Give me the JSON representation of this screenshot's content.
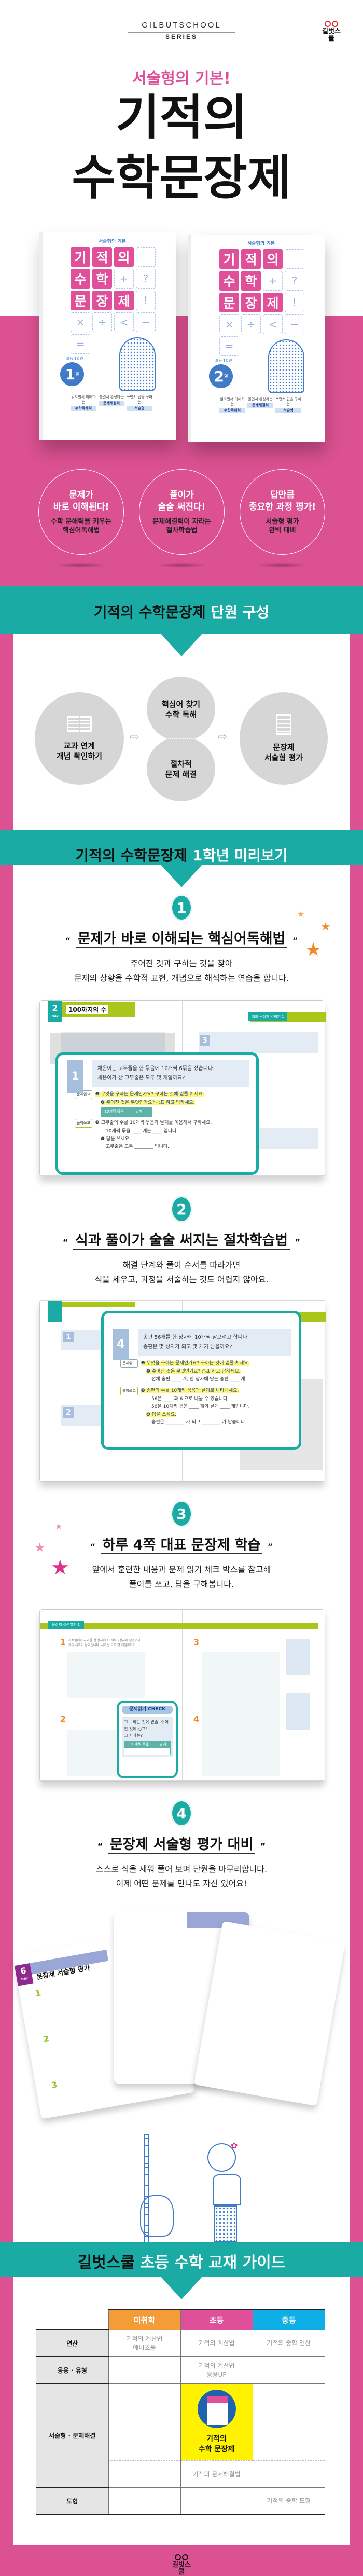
{
  "brand": {
    "series_top": "GILBUTSCHOOL",
    "series_bottom": "SERIES",
    "logo_text": "길벗스쿨"
  },
  "hero": {
    "tagline": "서술형의 기본!",
    "title_line1": "기적의",
    "title_line2": "수학문장제"
  },
  "books": [
    {
      "volume": "1",
      "volume_suffix": "권",
      "grade": "초등 1학년",
      "cover_top": "서술형의 기본",
      "title_chars": [
        "기",
        "적",
        "의",
        "수",
        "학",
        "문",
        "장",
        "제"
      ],
      "symbols": [
        "+",
        "?",
        "!",
        "−",
        "×",
        "÷",
        "<",
        "="
      ],
      "labels": [
        {
          "pre": "읽으면서 이해하는",
          "tag": "수학독해력"
        },
        {
          "pre": "풀면서 완성하는",
          "tag": "문제해결력"
        },
        {
          "pre": "쓰면서 답을 구하는",
          "tag": "서술형"
        }
      ]
    },
    {
      "volume": "2",
      "volume_suffix": "권",
      "grade": "초등 1학년",
      "cover_top": "서술형의 기본",
      "title_chars": [
        "기",
        "적",
        "의",
        "수",
        "학",
        "문",
        "장",
        "제"
      ],
      "symbols": [
        "+",
        "?",
        "!",
        "−",
        "×",
        "÷",
        "<",
        "="
      ],
      "labels": [
        {
          "pre": "읽으면서 이해하는",
          "tag": "수학독해력"
        },
        {
          "pre": "풀면서 완성하는",
          "tag": "문제해결력"
        },
        {
          "pre": "쓰면서 답을 구하는",
          "tag": "서술형"
        }
      ]
    }
  ],
  "features": [
    {
      "headline1": "문제가",
      "headline2": "바로 이해된다!",
      "sub1": "수학 문해력을 키우는",
      "sub2": "핵심어독해법"
    },
    {
      "headline1": "풀이가",
      "headline2": "술술 써진다!",
      "sub1": "문제해결력이 자라는",
      "sub2": "절차학습법"
    },
    {
      "headline1": "답만큼",
      "headline2": "중요한 과정 평가!",
      "sub1": "서술형 평가",
      "sub2": "완벽 대비"
    }
  ],
  "structure": {
    "header_dark": "기적의 수학문장제",
    "header_light": "단원 구성",
    "step1_line1": "교과 연계",
    "step1_line2": "개념 확인하기",
    "step2a_line1": "핵심어 찾기",
    "step2a_line2": "수학 독해",
    "step2b_line1": "절차적",
    "step2b_line2": "문제 해결",
    "step3_line1": "문장제",
    "step3_line2": "서술형 평가",
    "arrow": "⇨"
  },
  "preview": {
    "header_dark": "기적의 수학문장제",
    "header_light": "1학년 미리보기",
    "sections": [
      {
        "number": "1",
        "open_quote": "“",
        "close_quote": "”",
        "title": "문제가 바로 이해되는 핵심어독해법",
        "desc1": "주어진 것과 구하는 것을 찾아",
        "desc2": "문제의 상황을 수학적 표현, 개념으로 해석하는 연습을 합니다."
      },
      {
        "number": "2",
        "open_quote": "“",
        "close_quote": "”",
        "title": "식과 풀이가 술술 써지는 절차학습법",
        "desc1": "해결 단계와 풀이 순서를 따라가면",
        "desc2": "식을 세우고, 과정을 서술하는 것도 어렵지 않아요."
      },
      {
        "number": "3",
        "open_quote": "“",
        "close_quote": "”",
        "title": "하루 4쪽 대표 문장제 학습",
        "desc1": "앞에서 훈련한 내용과 문제 읽기 체크 박스를 참고해",
        "desc2": "풀이를 쓰고, 답을 구해봅니다."
      },
      {
        "number": "4",
        "open_quote": "“",
        "close_quote": "”",
        "title": "문장제 서술형 평가 대비",
        "desc1": "스스로 식을 세워 풀어 보며 단원을 마무리합니다.",
        "desc2": "이제 어떤 문제를 만나도 자신 있어요!"
      }
    ],
    "spread1": {
      "day_num": "2",
      "day_label": "DAY",
      "unit_title": "100까지의 수",
      "right_band": "대표 문장제 익히기 1",
      "q_number": "1",
      "q_line1": "채은이는 고무줄을 한 묶음에 10개씩 6묶음 샀습니다.",
      "q_line2": "채은이가 산 고무줄은 모두 몇 개일까요?",
      "read_tag": "문제읽고",
      "step1": "❶ 무엇을 구하는 문제인가요? 구하는 것에 밑줄 치세요.",
      "step2": "❷ 주어진 것은 무엇인가요? ○표 하고 답하세요.",
      "col1": "10개씩 묶음",
      "col2": "낱개",
      "write_tag": "풀이쓰고",
      "step3": "❸ 고무줄의 수를 10개씩 묶음과 낱개를 이용해서 구하세요.",
      "fill3": "10개씩 묶음 ____ 개는 ____ 입니다.",
      "step4": "❹ 답을 쓰세요.",
      "fill4": "고무줄은 모두 ________ 입니다.",
      "right_q": "3"
    },
    "spread2": {
      "q_number": "4",
      "q_line1": "송편 56개를 한 상자에 10개씩 담으려고 합니다.",
      "q_line2": "송편은 몇 상자가 되고 몇 개가 남을까요?",
      "read_tag": "문제읽고",
      "step1": "❶ 무엇을 구하는 문제인가요? 구하는 것에 밑줄 치세요.",
      "step2": "❷ 주어진 것은 무엇인가요? ○표 하고 답하세요.",
      "fill2": "전체 송편 ____ 개, 한 상자에 담는 송편 ____ 개",
      "write_tag": "풀이쓰고",
      "step3": "❸ 송편의 수를 10개씩 묶음과 낱개로 나타내세요.",
      "fill3a": "56은 ____ 과 6 으로 나눌 수 있습니다.",
      "fill3b": "56은 10개씩 묶음 ____ 개와 낱개 ____ 개입니다.",
      "step4": "❹ 답을 쓰세요.",
      "fill4": "송편은 ________ 가 되고 ________ 가 남습니다.",
      "left_q1": "1",
      "left_q2": "2"
    },
    "spread3": {
      "band": "문장제 실력쌓기 1",
      "q1_number": "1",
      "q1_text": "과수원에서 사과를 한 상자에 10개씩 9상자에 담았더니 5개의 사과가 남았습니다. 사과는 모두 몇 개일까요?",
      "q2_number": "2",
      "q3_number": "3",
      "q4_number": "4",
      "check_title": "문제읽기 CHECK",
      "check1": "구하는 것에 밑줄, 주어진 것에 ○표!",
      "check2": "사과는?",
      "col1": "10개씩 묶음",
      "col2": "낱개"
    },
    "cards": {
      "day_num": "6",
      "day_label": "DAY",
      "title": "문장제 서술형 평가",
      "q_numbers": [
        "1",
        "2",
        "3"
      ]
    }
  },
  "guide": {
    "header_dark": "길벗스쿨",
    "header_light": "초등 수학 교재 가이드",
    "columns": [
      {
        "label": "미취학",
        "color": "#f39c38"
      },
      {
        "label": "초등",
        "color": "#e0509a"
      },
      {
        "label": "중등",
        "color": "#10aee6"
      }
    ],
    "rows": [
      {
        "label": "연산",
        "cells": [
          "기적의 계산법\n예비초등",
          "기적의 계산법",
          "기적의 중학 연산"
        ]
      },
      {
        "label": "응용 · 유형",
        "cells": [
          "",
          "기적의 계산법\n응용UP",
          ""
        ]
      },
      {
        "label": "서술형 · 문제해결",
        "cells": [
          "",
          "기적의\n수학 문장제",
          ""
        ],
        "cells2": [
          "",
          "기적의 문제해결법",
          ""
        ]
      },
      {
        "label": "도형",
        "cells": [
          "",
          "",
          "기적의 중학 도형"
        ]
      }
    ],
    "highlight_color": "#fff200"
  },
  "colors": {
    "pink": "#db5191",
    "teal": "#1aaca4",
    "cover_pink": "#e0509a",
    "cover_blue": "#3f7bc8",
    "star_orange": "#f08a2a"
  }
}
